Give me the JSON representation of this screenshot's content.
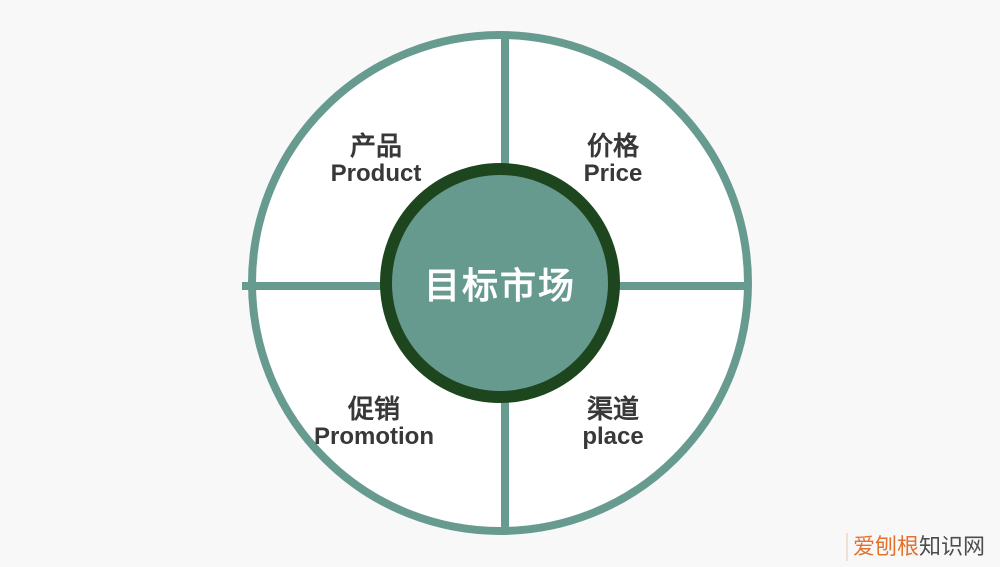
{
  "theme": {
    "background": "#f8f8f8",
    "quadrant_fill": "#ffffff",
    "ring_color": "#689b8f",
    "center_fill": "#669a8e",
    "center_border": "#1d461e",
    "label_color": "#383838",
    "center_text_color": "#ffffff",
    "watermark_orange": "#e2722e",
    "watermark_gray": "#4d4d4d",
    "watermark_divider": "#efe0d4"
  },
  "diagram": {
    "type": "marketing-mix-4p-circle",
    "center_label": "目标市场",
    "quadrants": [
      {
        "position": "top-left",
        "zh": "产品",
        "en": "Product"
      },
      {
        "position": "top-right",
        "zh": "价格",
        "en": "Price"
      },
      {
        "position": "bottom-left",
        "zh": "促销",
        "en": "Promotion"
      },
      {
        "position": "bottom-right",
        "zh": "渠道",
        "en": "place"
      }
    ]
  },
  "watermark": {
    "highlight": "爱刨根",
    "rest": "知识网"
  }
}
